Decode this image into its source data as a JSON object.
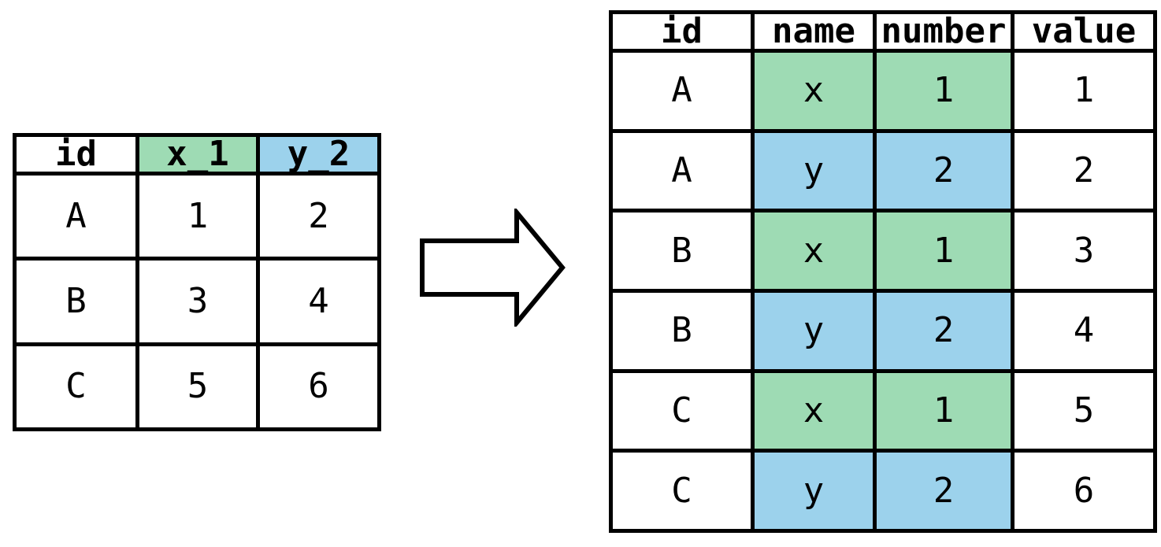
{
  "diagram": {
    "description_icon": "pivot-longer-transformation",
    "colors": {
      "cell_green": "#9edbb4",
      "cell_blue": "#9cd2ec",
      "grid_line": "#000000",
      "text": "#000000",
      "page_background": "#ffffff"
    },
    "left_table": {
      "headers": [
        "id",
        "x_1",
        "y_2"
      ],
      "header_highlights": [
        "none",
        "green",
        "blue"
      ],
      "rows": [
        [
          "A",
          "1",
          "2"
        ],
        [
          "B",
          "3",
          "4"
        ],
        [
          "C",
          "5",
          "6"
        ]
      ]
    },
    "arrow": {
      "icon": "right-block-arrow"
    },
    "right_table": {
      "headers": [
        "id",
        "name",
        "number",
        "value"
      ],
      "rows": [
        [
          "A",
          "x",
          "1",
          "1"
        ],
        [
          "A",
          "y",
          "2",
          "2"
        ],
        [
          "B",
          "x",
          "1",
          "3"
        ],
        [
          "B",
          "y",
          "2",
          "4"
        ],
        [
          "C",
          "x",
          "1",
          "5"
        ],
        [
          "C",
          "y",
          "2",
          "6"
        ]
      ],
      "row_highlights": [
        "green",
        "blue",
        "green",
        "blue",
        "green",
        "blue"
      ],
      "highlighted_columns": [
        "name",
        "number"
      ]
    }
  }
}
